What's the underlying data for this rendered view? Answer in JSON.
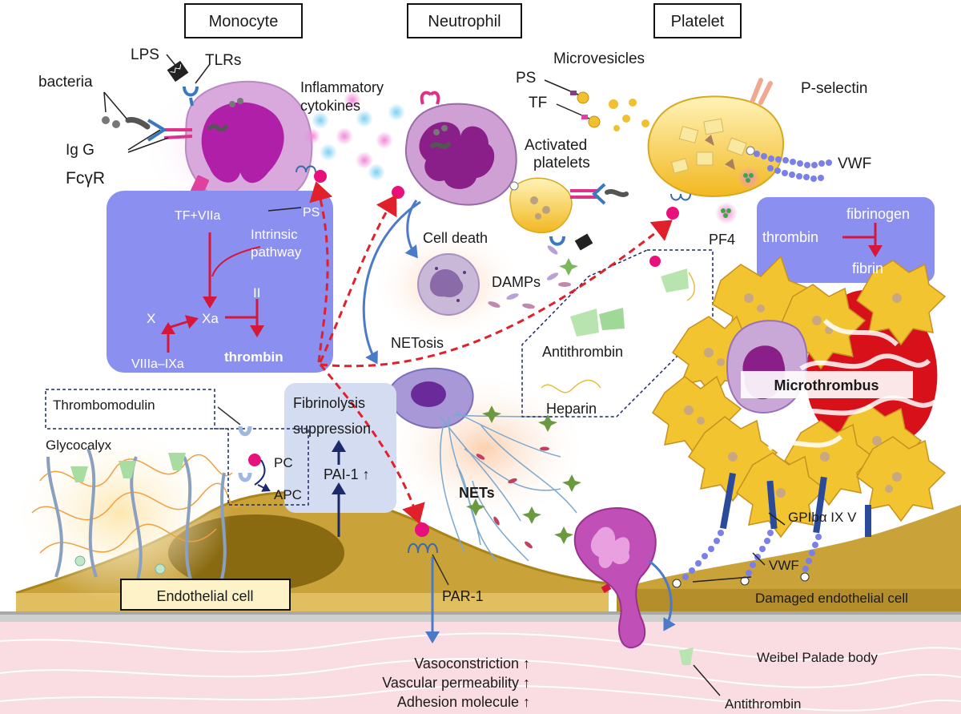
{
  "headers": {
    "monocyte": "Monocyte",
    "neutrophil": "Neutrophil",
    "platelet": "Platelet"
  },
  "labels": {
    "lps": "LPS",
    "tlrs": "TLRs",
    "bacteria": "bacteria",
    "igg": "Ig G",
    "fcgr": "FcγR",
    "inflammatory_cytokines_1": "Inflammatory",
    "inflammatory_cytokines_2": "cytokines",
    "ps_monocyte": "PS",
    "tf_viia": "TF+VIIa",
    "intrinsic_1": "Intrinsic",
    "intrinsic_2": "pathway",
    "factor_x": "X",
    "factor_xa": "Xa",
    "factor_ii": "II",
    "thrombin": "thrombin",
    "viiia_ixa": "VIIIa–IXa",
    "microvesicles": "Microvesicles",
    "ps_vesicle": "PS",
    "tf_vesicle": "TF",
    "p_selectin": "P-selectin",
    "vwf_top": "VWF",
    "activated_platelets_1": "Activated",
    "activated_platelets_2": "platelets",
    "cell_death": "Cell death",
    "damps": "DAMPs",
    "netosis": "NETosis",
    "pf4": "PF4",
    "fibrinogen": "fibrinogen",
    "thrombin_box": "thrombin",
    "fibrin": "fibrin",
    "antithrombin_box": "Antithrombin",
    "heparin": "Heparin",
    "microthrombus": "Microthrombus",
    "thrombomodulin": "Thrombomodulin",
    "pc": "PC",
    "apc": "APC",
    "glycocalyx": "Glycocalyx",
    "fibrinolysis_1": "Fibrinolysis",
    "fibrinolysis_2": "suppression",
    "pai1": "PAI-1 ↑",
    "nets": "NETs",
    "endothelial_cell": "Endothelial cell",
    "par1": "PAR-1",
    "gpib": "GPIbα IX V",
    "vwf_bottom": "VWF",
    "damaged_endothelial": "Damaged endothelial cell",
    "weibel_palade": "Weibel Palade body",
    "antithrombin_bottom": "Antithrombin",
    "vasoconstriction": "Vasoconstriction ↑",
    "vascular_permeability": "Vascular permeability ↑",
    "adhesion_molecule": "Adhesion molecule ↑"
  },
  "colors": {
    "coag_box": "#8b8ff0",
    "fibrinolysis_box": "#d3dcf0",
    "endothelium": "#c9a23a",
    "endothelium_dark": "#8a6a10",
    "tissue": "#f9dde3",
    "monocyte": "#c070c8",
    "neutrophil": "#a04da8",
    "platelet": "#f2c430",
    "red_arrow": "#e0202a",
    "blue_arrow": "#4a7ac8",
    "microthrombus": "#d8101a"
  }
}
